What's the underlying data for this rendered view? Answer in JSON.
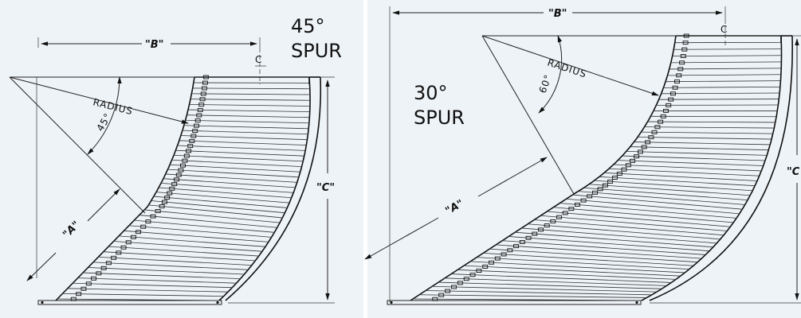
{
  "left_diagram": {
    "angle_title": "45°",
    "spur_title": "SPUR",
    "dim_b": "\"B\"",
    "dim_a": "\"A\"",
    "dim_c": "\"C\"",
    "radius_label": "RADIUS",
    "angle_label": "45°",
    "centerline_label": "C"
  },
  "right_diagram": {
    "angle_title": "30°",
    "spur_title": "SPUR",
    "dim_b": "\"B\"",
    "dim_a": "\"A\"",
    "dim_c": "\"C",
    "radius_label": "RADIUS",
    "angle_label": "60°",
    "centerline_label": "C"
  },
  "colors": {
    "background": "#eef3f7",
    "line": "#222222"
  }
}
